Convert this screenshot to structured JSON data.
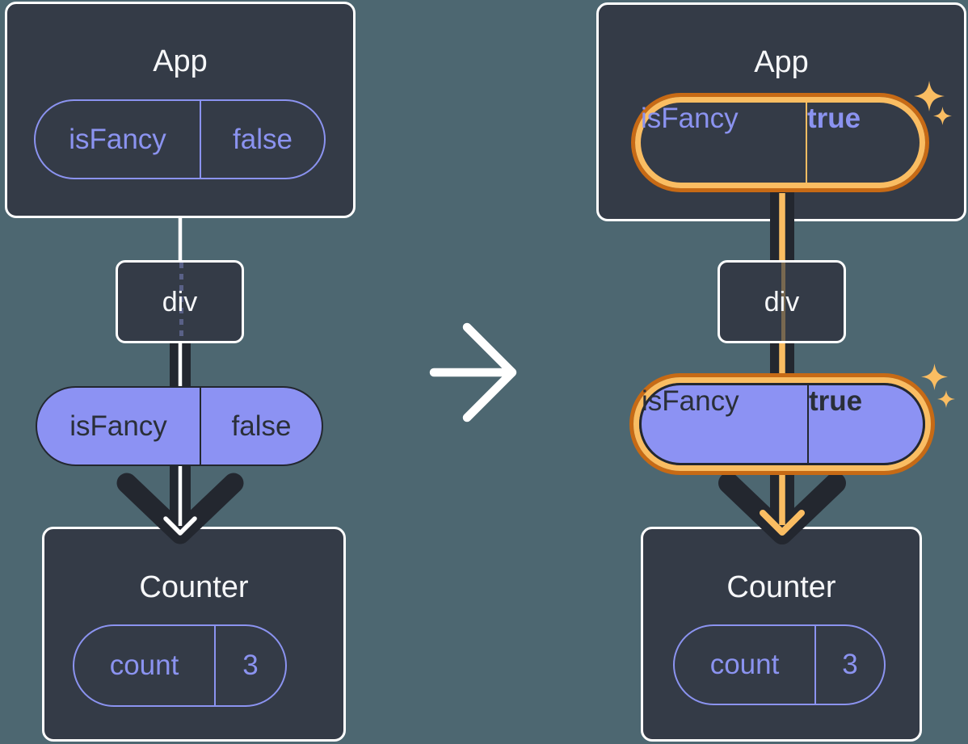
{
  "diagram_title": "State passed down as props: before and after isFancy toggles",
  "colors": {
    "background": "#4D6771",
    "node_fill": "#343B47",
    "node_border": "#FFFFFF",
    "purple": "#8B93F0",
    "purple_fill": "#8C92F3",
    "dark_arrow": "#23272F",
    "orange_dark": "#C76A15",
    "orange_light": "#FABD62",
    "white": "#FFFFFF"
  },
  "transition": {
    "icon": "right-arrow"
  },
  "panels": [
    {
      "name": "before",
      "app": {
        "title": "App",
        "state_name": "isFancy",
        "state_value": "false"
      },
      "middle_node": {
        "label": "div"
      },
      "prop_pill": {
        "name": "isFancy",
        "value": "false"
      },
      "counter": {
        "title": "Counter",
        "state_name": "count",
        "state_value": "3"
      }
    },
    {
      "name": "after",
      "app": {
        "title": "App",
        "state_name": "isFancy",
        "state_value": "true"
      },
      "middle_node": {
        "label": "div"
      },
      "prop_pill": {
        "name": "isFancy",
        "value": "true"
      },
      "counter": {
        "title": "Counter",
        "state_name": "count",
        "state_value": "3"
      }
    }
  ]
}
